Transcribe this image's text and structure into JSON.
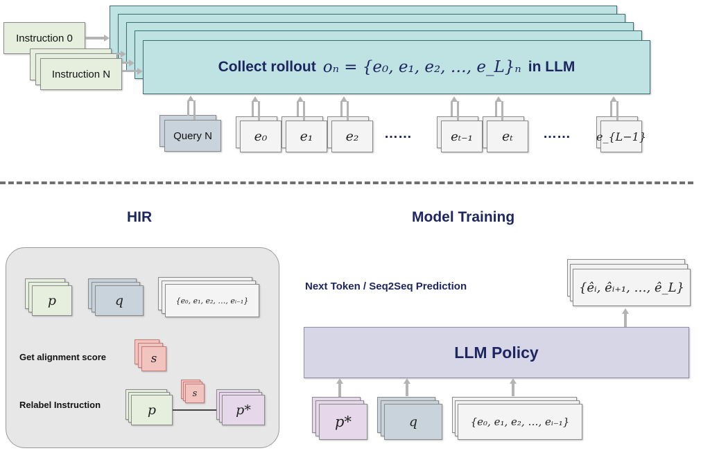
{
  "rollout": {
    "instruction_first": "Instruction 0",
    "instruction_last": "Instruction N",
    "main_text_prefix": "Collect rollout",
    "main_text_suffix": "in LLM",
    "formula": "oₙ = {e₀, e₁, e₂, …, e_L}ₙ",
    "query_label": "Query N",
    "tokens": [
      "e₀",
      "e₁",
      "e₂",
      "eₜ₋₁",
      "eₜ",
      "e_{L−1}"
    ],
    "ellipsis": "……"
  },
  "sections": {
    "hir_title": "HIR",
    "training_title": "Model Training"
  },
  "hir": {
    "p_label": "p",
    "q_label": "q",
    "seq_label": "{e₀, e₁, e₂, …, eᵢ₋₁}",
    "alignment_text": "Get alignment score",
    "s_label": "s",
    "relabel_text": "Relabel Instruction",
    "p_star_label": "p*"
  },
  "training": {
    "prediction_text": "Next Token / Seq2Seq Prediction",
    "output_label": "{êᵢ, êᵢ₊₁, …, ê_L}",
    "policy_label": "LLM Policy",
    "p_star_label": "p*",
    "q_label": "q",
    "seq_label": "{e₀, e₁, e₂, …, eᵢ₋₁}"
  },
  "colors": {
    "teal": "#bfe3e3",
    "green": "#e6efde",
    "slate": "#c9d3dc",
    "pink": "#f1c4c0",
    "lavender": "#e6d8ea",
    "policy": "#d6d6e6",
    "gray_panel": "#e7e7e7",
    "title": "#1d2660"
  }
}
